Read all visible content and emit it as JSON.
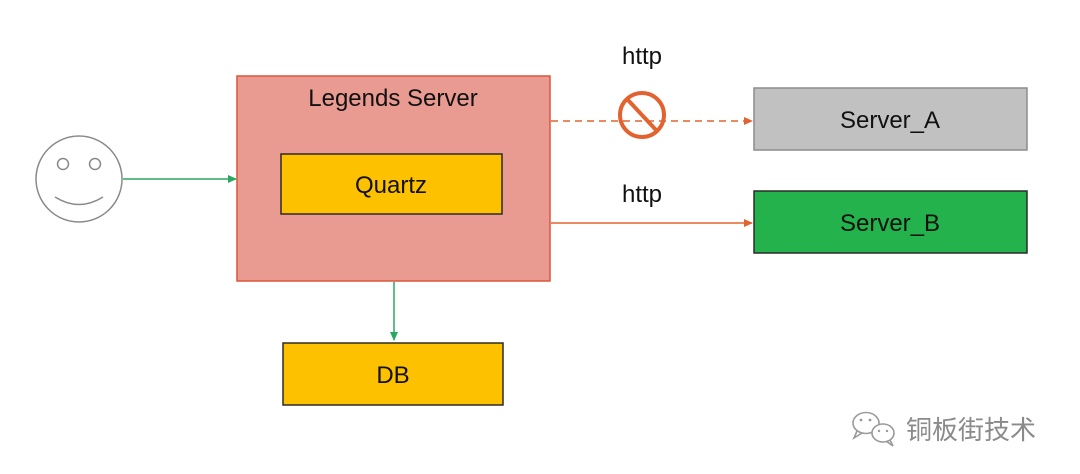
{
  "nodes": {
    "legends_server": {
      "label": "Legends Server",
      "fill": "#e99b92",
      "stroke": "#d9573a"
    },
    "quartz": {
      "label": "Quartz",
      "fill": "#fdc100",
      "stroke": "#2b2b2b"
    },
    "db": {
      "label": "DB",
      "fill": "#fdc100",
      "stroke": "#2b2b2b"
    },
    "server_a": {
      "label": "Server_A",
      "fill": "#c1c1c1",
      "stroke": "#8c8c8c"
    },
    "server_b": {
      "label": "Server_B",
      "fill": "#23b24b",
      "stroke": "#2b2b2b"
    }
  },
  "edges": {
    "to_server_a": {
      "label": "http",
      "style": "dashed",
      "blocked": true,
      "color": "#e2632f"
    },
    "to_server_b": {
      "label": "http",
      "style": "solid",
      "color": "#e2632f"
    },
    "user_to_server": {
      "color": "#2aa860"
    },
    "server_to_db": {
      "color": "#2aa860"
    }
  },
  "user": {
    "icon": "smiley-face-icon"
  },
  "watermark": {
    "icon": "wechat-icon",
    "text": "铜板街技术"
  }
}
